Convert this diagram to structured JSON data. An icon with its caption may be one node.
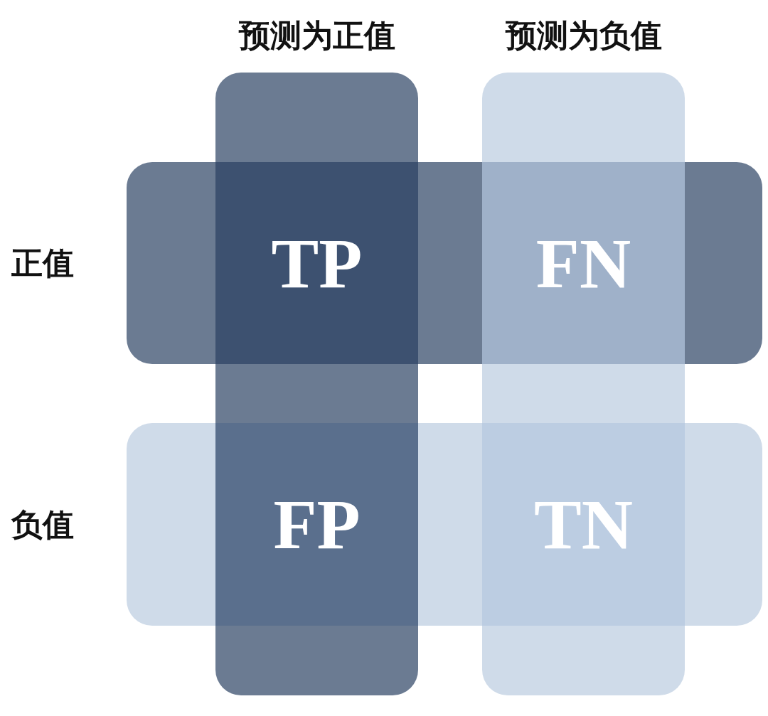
{
  "diagram": {
    "nodes": [
      {
        "text": [
          "预测为正值"
        ]
      },
      {
        "text": [
          "预测为负值"
        ]
      },
      {
        "text": [
          "正值"
        ]
      },
      {
        "text": [
          "负值"
        ]
      }
    ],
    "labels": [
      "TP",
      "FN",
      "FP",
      "TN"
    ]
  }
}
